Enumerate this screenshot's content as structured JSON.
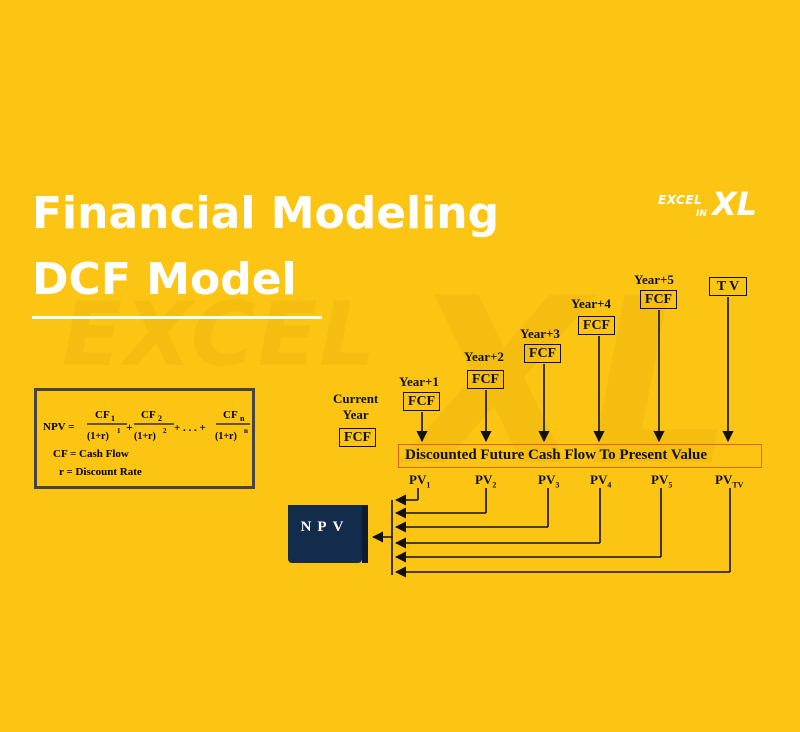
{
  "title_line1": "Financial Modeling",
  "title_line2": "DCF Model",
  "watermark": {
    "excel": "EXCEL",
    "xl": "XL"
  },
  "logo": {
    "excel": "EXCEL",
    "in": "IN",
    "xl": "XL"
  },
  "formula": {
    "npv_lhs": "NPV =",
    "cf1": "CF",
    "cf1_sub": "1",
    "den1": "(1+r)",
    "exp1": "1",
    "cf2": "CF",
    "cf2_sub": "2",
    "den2": "(1+r)",
    "exp2": "2",
    "dots": "+ . . . +",
    "cfn": "CF",
    "cfn_sub": "n",
    "denn": "(1+r)",
    "expn": "n",
    "plus": "+",
    "def_cf": "CF = Cash Flow",
    "def_r": "r = Discount Rate"
  },
  "periods": [
    {
      "label": "Current\nYear",
      "label_lines": [
        "Current",
        "Year"
      ],
      "box": "FCF"
    },
    {
      "label": "Year+1",
      "box": "FCF",
      "pv": "PV",
      "pv_sub": "1"
    },
    {
      "label": "Year+2",
      "box": "FCF",
      "pv": "PV",
      "pv_sub": "2"
    },
    {
      "label": "Year+3",
      "box": "FCF",
      "pv": "PV",
      "pv_sub": "3"
    },
    {
      "label": "Year+4",
      "box": "FCF",
      "pv": "PV",
      "pv_sub": "4"
    },
    {
      "label": "Year+5",
      "box": "FCF",
      "pv": "PV",
      "pv_sub": "5"
    },
    {
      "label": "",
      "box": "T V",
      "pv": "PV",
      "pv_sub": "TV"
    }
  ],
  "discount_bar": "Discounted  Future Cash Flow To Present Value",
  "npv_box": "NPV"
}
